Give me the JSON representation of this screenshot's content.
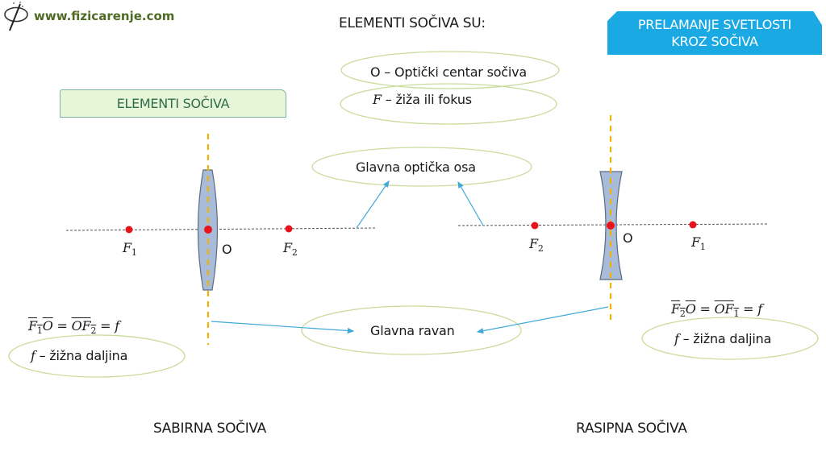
{
  "header": {
    "logo_icon": "phi-pencil-logo-icon",
    "site_name": "www.fizicarenje.com",
    "title": "ELEMENTI SOČIVA SU:",
    "badge_line1": "PRELAMANJE SVETLOSTI",
    "badge_line2": "KROZ SOČIVA"
  },
  "colors": {
    "badge_blue": "#1ba9e3",
    "green_box_fill": "#e8f6d8",
    "green_box_text": "#2f6d4a",
    "ellipse_outline": "#c9dc9c",
    "lens_fill": "#a8bcd9",
    "lens_stroke": "#5c6b80",
    "focal_plane": "#f0b400",
    "point_red": "#e8141b",
    "arrow_blue": "#3fa9d9",
    "axis_dash": "#555555"
  },
  "section_box": {
    "label": "ELEMENTI SOČIVA"
  },
  "definitions": {
    "optical_center": {
      "symbol": "O",
      "text": "– Optički centar sočiva"
    },
    "focus": {
      "symbol": "F",
      "text": "– žiža ili fokus"
    }
  },
  "callouts": {
    "main_axis": "Glavna optička osa",
    "main_plane": "Glavna ravan"
  },
  "converging": {
    "caption": "SABIRNA SOČIVA",
    "left_focus": {
      "sym": "F",
      "sub": "1"
    },
    "center": "O",
    "right_focus": {
      "sym": "F",
      "sub": "2"
    },
    "formula": {
      "t1": "F",
      "t1sub": "1",
      "t2": "O",
      "eq1": " = ",
      "t3": "O",
      "t4": "F",
      "t4sub": "2",
      "eq2": " = ",
      "t5": "f"
    },
    "focal_length": {
      "symbol": "f",
      "text": " – žižna daljina"
    }
  },
  "diverging": {
    "caption": "RASIPNA SOČIVA",
    "left_focus": {
      "sym": "F",
      "sub": "2"
    },
    "center": "O",
    "right_focus": {
      "sym": "F",
      "sub": "1"
    },
    "formula": {
      "t1": "F",
      "t1sub": "2",
      "t2": "O",
      "eq1": " = ",
      "t3": "O",
      "t4": "F",
      "t4sub": "1",
      "eq2": " = ",
      "t5": "f"
    },
    "focal_length": {
      "symbol": "f",
      "text": " – žižna daljina"
    }
  }
}
